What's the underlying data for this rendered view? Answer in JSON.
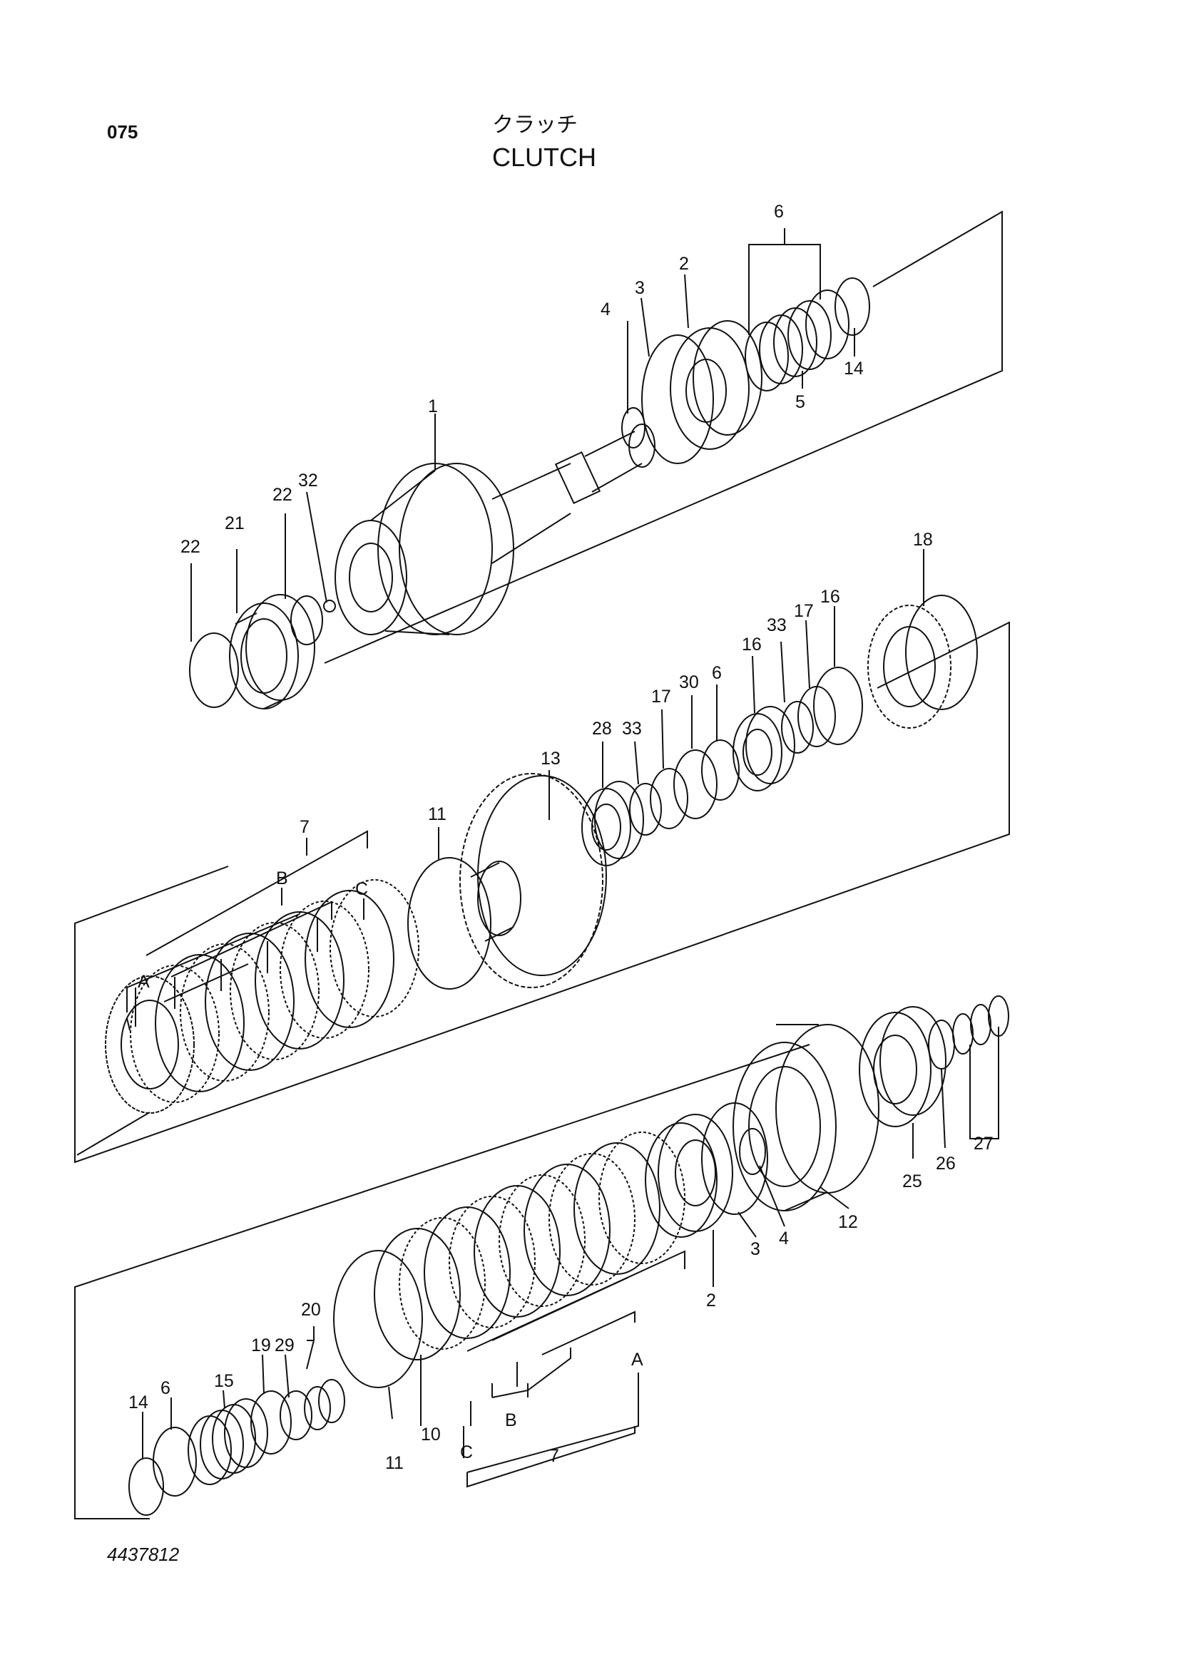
{
  "header": {
    "page_number": "075",
    "title_japanese": "クラッチ",
    "title_english": "CLUTCH"
  },
  "footer": {
    "document_number": "4437812"
  },
  "callouts": {
    "p1": "1",
    "p2a": "2",
    "p3a": "3",
    "p4a": "4",
    "p5": "5",
    "p6a": "6",
    "p14a": "14",
    "p21": "21",
    "p22a": "22",
    "p22b": "22",
    "p32": "32",
    "p18": "18",
    "p16a": "16",
    "p16b": "16",
    "p17a": "17",
    "p17b": "17",
    "p33a": "33",
    "p33b": "33",
    "p6b": "6",
    "p30": "30",
    "p28": "28",
    "p13": "13",
    "p11a": "11",
    "p7a": "7",
    "pCa": "C",
    "pBa": "B",
    "pAa": "A",
    "p25": "25",
    "p26": "26",
    "p27": "27",
    "p12": "12",
    "p4b": "4",
    "p3b": "3",
    "p2b": "2",
    "pAb": "A",
    "pBb": "B",
    "pCb": "C",
    "p7b": "7",
    "p11b": "11",
    "p10": "10",
    "p20": "20",
    "p29": "29",
    "p19": "19",
    "p15": "15",
    "p6c": "6",
    "p14b": "14"
  }
}
